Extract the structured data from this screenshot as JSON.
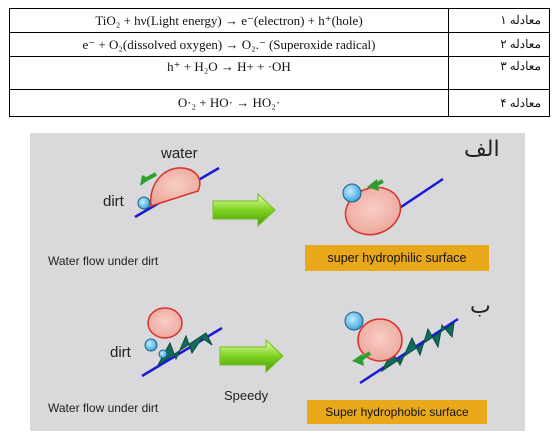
{
  "equations": [
    {
      "text": "TiO₂ + hν(Light energy) → e⁻(electron) + h⁺(hole)",
      "label": "معادله ۱"
    },
    {
      "text": "e⁻ + O₂(dissolved oxygen) → O₂.⁻ (Superoxide radical)",
      "label": "معادله ۲"
    },
    {
      "text": "h⁺ + H₂O → H+ + ·OH",
      "label": "معادله ۳"
    },
    {
      "text": "O·₂ + HO· → HO₂·",
      "label": "معادله ۴"
    }
  ],
  "figure": {
    "top_panel": {
      "water_label": "water",
      "dirt_label": "dirt",
      "caption": "Water flow under dirt",
      "surface_label": "super hydrophilic surface",
      "panel_letter": "الف"
    },
    "bottom_panel": {
      "dirt_label": "dirt",
      "caption": "Water flow under dirt",
      "speed_label": "Speedy",
      "surface_label": "Super hydrophobic surface",
      "panel_letter": "ب"
    },
    "colors": {
      "background": "#d9d9db",
      "droplet": "#f4b8b0",
      "droplet_outline": "#d8322a",
      "surface_line": "#1a1ad8",
      "dirt_ball": "#4fb3e6",
      "arrow_green": "#66cc11",
      "label_box": "#e8a81a",
      "spikes": "#0f6b5c"
    }
  }
}
